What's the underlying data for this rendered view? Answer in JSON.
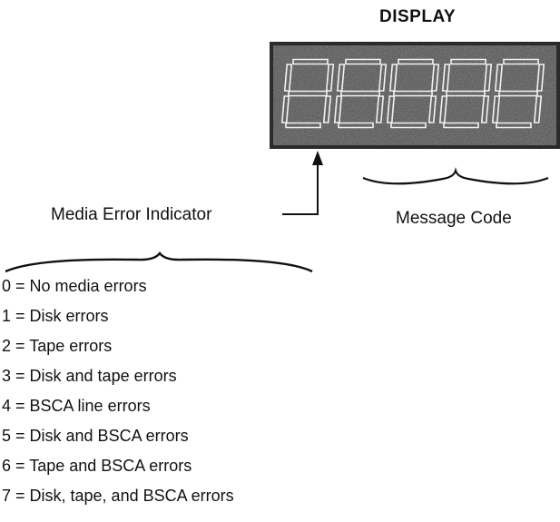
{
  "display": {
    "title": "DISPLAY"
  },
  "labels": {
    "media_error_indicator": "Media Error Indicator",
    "message_code": "Message Code"
  },
  "legend": [
    "0 = No media errors",
    "1 = Disk errors",
    "2 = Tape errors",
    "3 = Disk and tape errors",
    "4 = BSCA line errors",
    "5 = Disk and BSCA errors",
    "6 = Tape and BSCA errors",
    "7 = Disk, tape, and BSCA errors"
  ]
}
